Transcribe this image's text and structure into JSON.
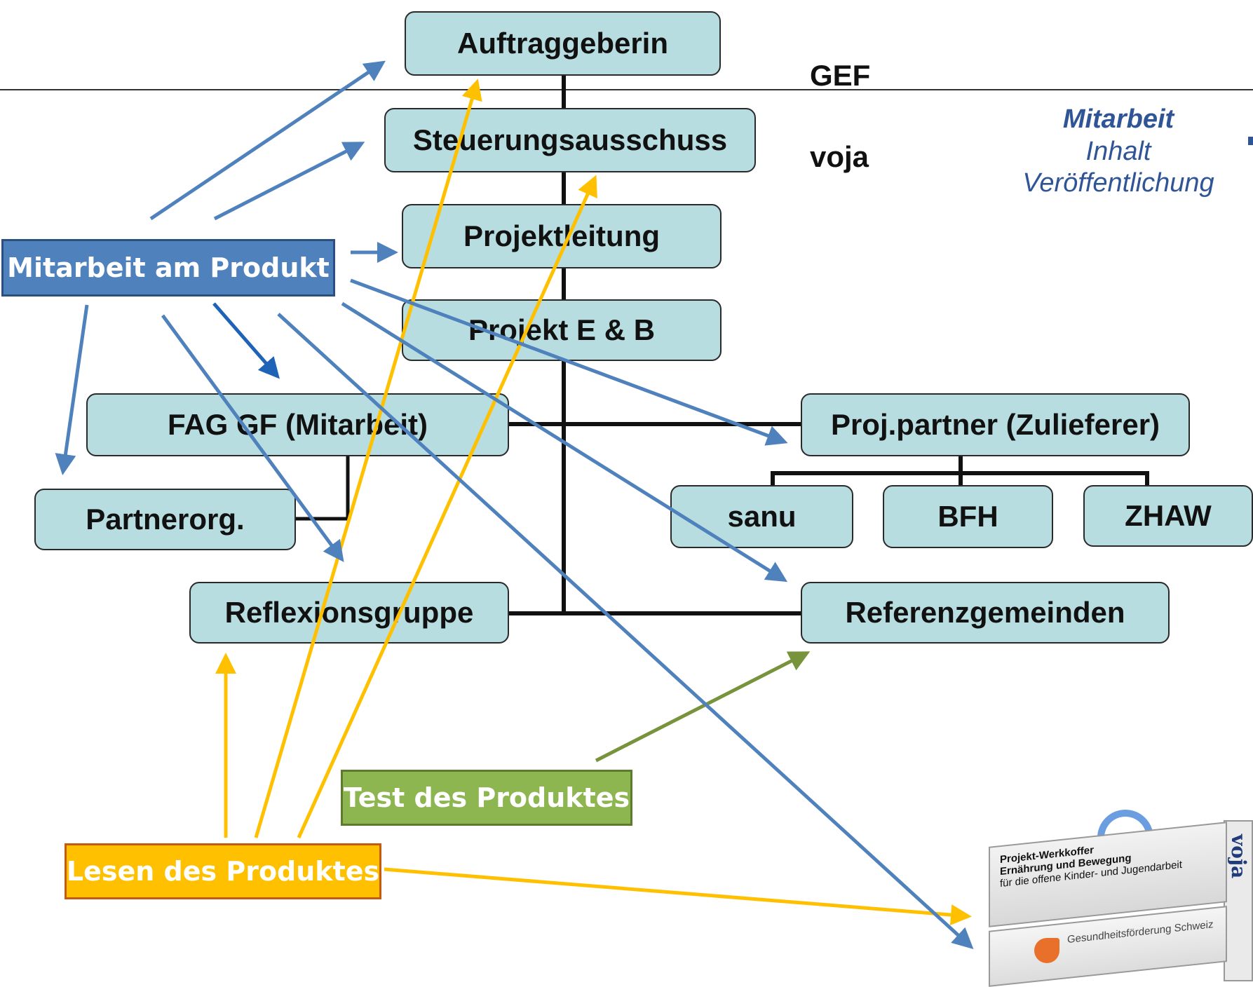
{
  "boxes": {
    "auftraggeberin": "Auftraggeberin",
    "steuerungsausschuss": "Steuerungsausschuss",
    "projektleitung": "Projektleitung",
    "projekt_eb": "Projekt E & B",
    "fag_gf": "FAG GF (Mitarbeit)",
    "partnerorg": "Partnerorg.",
    "reflexionsgruppe": "Reflexionsgruppe",
    "projpartner": "Proj.partner (Zulieferer)",
    "sanu": "sanu",
    "bfh": "BFH",
    "zhaw": "ZHAW",
    "referenzgemeinden": "Referenzgemeinden"
  },
  "labels": {
    "gef": "GEF",
    "voja": "voja"
  },
  "legend": {
    "mitarbeit": "Mitarbeit",
    "inhalt": "Inhalt",
    "veroeffentlichung": "Veröffentlichung"
  },
  "tags": {
    "mitarbeit_produkt": "Mitarbeit am Produkt",
    "test_produkt": "Test des Produktes",
    "lesen_produkt": "Lesen des Produktes"
  },
  "colors": {
    "box_fill": "#b7dde0",
    "blue": "#4f81bd",
    "yellow": "#ffc000",
    "orange": "#ffc000",
    "green": "#77933c",
    "legend_text": "#2f5596"
  },
  "suitcase": {
    "title": "Projekt-Werkkoffer",
    "subtitle": "Ernährung und Bewegung",
    "line3": "für die offene Kinder- und Jugendarbeit",
    "logo_text": "Gesundheitsförderung Schweiz",
    "brand": "voja"
  }
}
